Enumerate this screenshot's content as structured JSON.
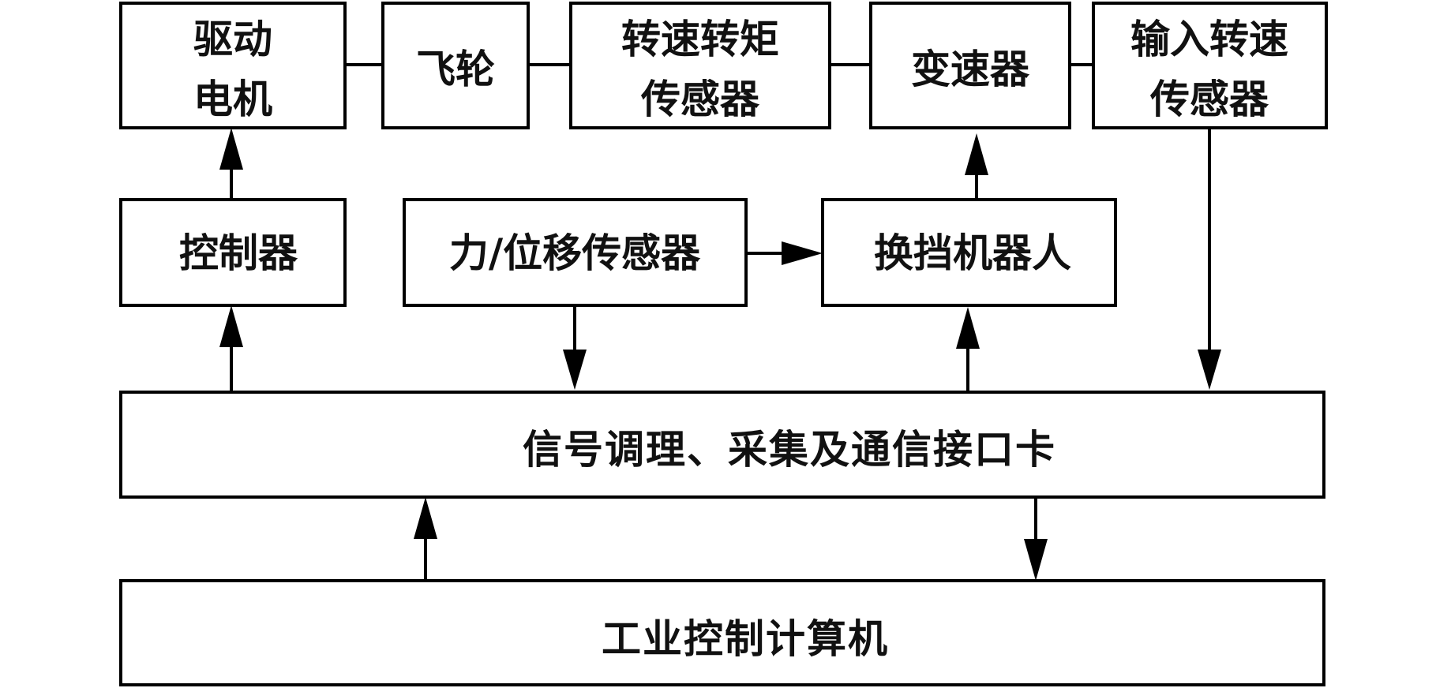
{
  "diagram": {
    "nodes": {
      "drive_motor": [
        "驱动",
        "电机"
      ],
      "flywheel": [
        "飞轮"
      ],
      "speed_torque_sensor": [
        "转速转矩",
        "传感器"
      ],
      "transmission": [
        "变速器"
      ],
      "input_speed_sensor": [
        "输入转速",
        "传感器"
      ],
      "controller": [
        "控制器"
      ],
      "force_displacement_sensor": [
        "力/位移传感器"
      ],
      "shift_robot": [
        "换挡机器人"
      ],
      "signal_card": [
        "信号调理、采集及通信接口卡"
      ],
      "industrial_computer": [
        "工业控制计算机"
      ]
    },
    "edges": [
      {
        "from": "drive_motor",
        "to": "flywheel",
        "arrow": false
      },
      {
        "from": "flywheel",
        "to": "speed_torque_sensor",
        "arrow": false
      },
      {
        "from": "speed_torque_sensor",
        "to": "transmission",
        "arrow": false
      },
      {
        "from": "transmission",
        "to": "input_speed_sensor",
        "arrow": false
      },
      {
        "from": "controller",
        "to": "drive_motor",
        "arrow": true
      },
      {
        "from": "shift_robot",
        "to": "transmission",
        "arrow": true
      },
      {
        "from": "force_displacement_sensor",
        "to": "shift_robot",
        "arrow": true
      },
      {
        "from": "signal_card",
        "to": "controller",
        "arrow": true
      },
      {
        "from": "force_displacement_sensor",
        "to": "signal_card",
        "arrow": true
      },
      {
        "from": "signal_card",
        "to": "shift_robot",
        "arrow": true
      },
      {
        "from": "input_speed_sensor",
        "to": "signal_card",
        "arrow": true
      },
      {
        "from": "industrial_computer",
        "to": "signal_card",
        "arrow": true
      },
      {
        "from": "signal_card",
        "to": "industrial_computer",
        "arrow": true
      }
    ]
  }
}
